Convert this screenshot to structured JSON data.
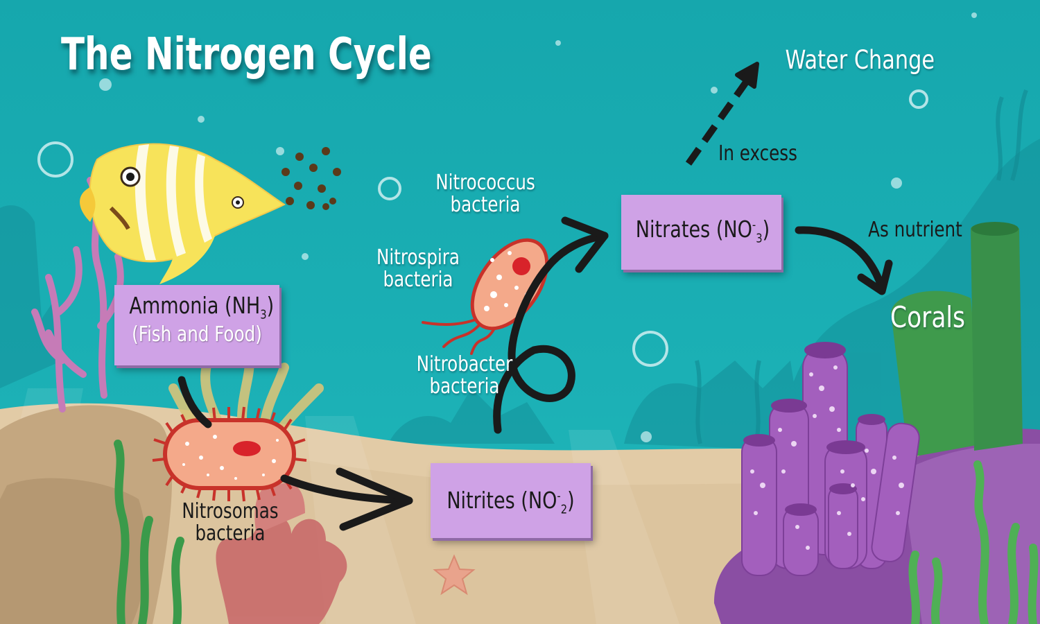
{
  "title": "The Nitrogen Cycle",
  "boxes": {
    "ammonia": {
      "name": "Ammonia (NH",
      "sub": "3",
      "close": ")",
      "detail": "(Fish and Food)"
    },
    "nitrites": {
      "name": "Nitrites (NO",
      "sup": "-",
      "sub": "2",
      "close": ")"
    },
    "nitrates": {
      "name": "Nitrates (NO",
      "sup": "-",
      "sub": "3",
      "close": ")"
    }
  },
  "labels": {
    "nitrococcus": [
      "Nitrococcus",
      "bacteria"
    ],
    "nitrospira": [
      "Nitrospira",
      "bacteria"
    ],
    "nitrobacter": [
      "Nitrobacter",
      "bacteria"
    ],
    "nitrosomas": [
      "Nitrosomas",
      "bacteria"
    ],
    "in_excess": "In excess",
    "water_change": "Water Change",
    "as_nutrient": "As nutrient",
    "corals": "Corals"
  },
  "colors": {
    "water": "#19aab0",
    "sand": "#e2cba6",
    "box": "#cfa2e6",
    "arrow": "#1a1a1a",
    "coral_purple": "#9d59b5"
  },
  "icons": [
    "butterflyfish-icon",
    "food-pellets-icon",
    "nitrosomas-bacterium-icon",
    "nitrospira-bacterium-icon",
    "starfish-icon",
    "coral-icon",
    "seaweed-icon",
    "bubble-icon"
  ]
}
